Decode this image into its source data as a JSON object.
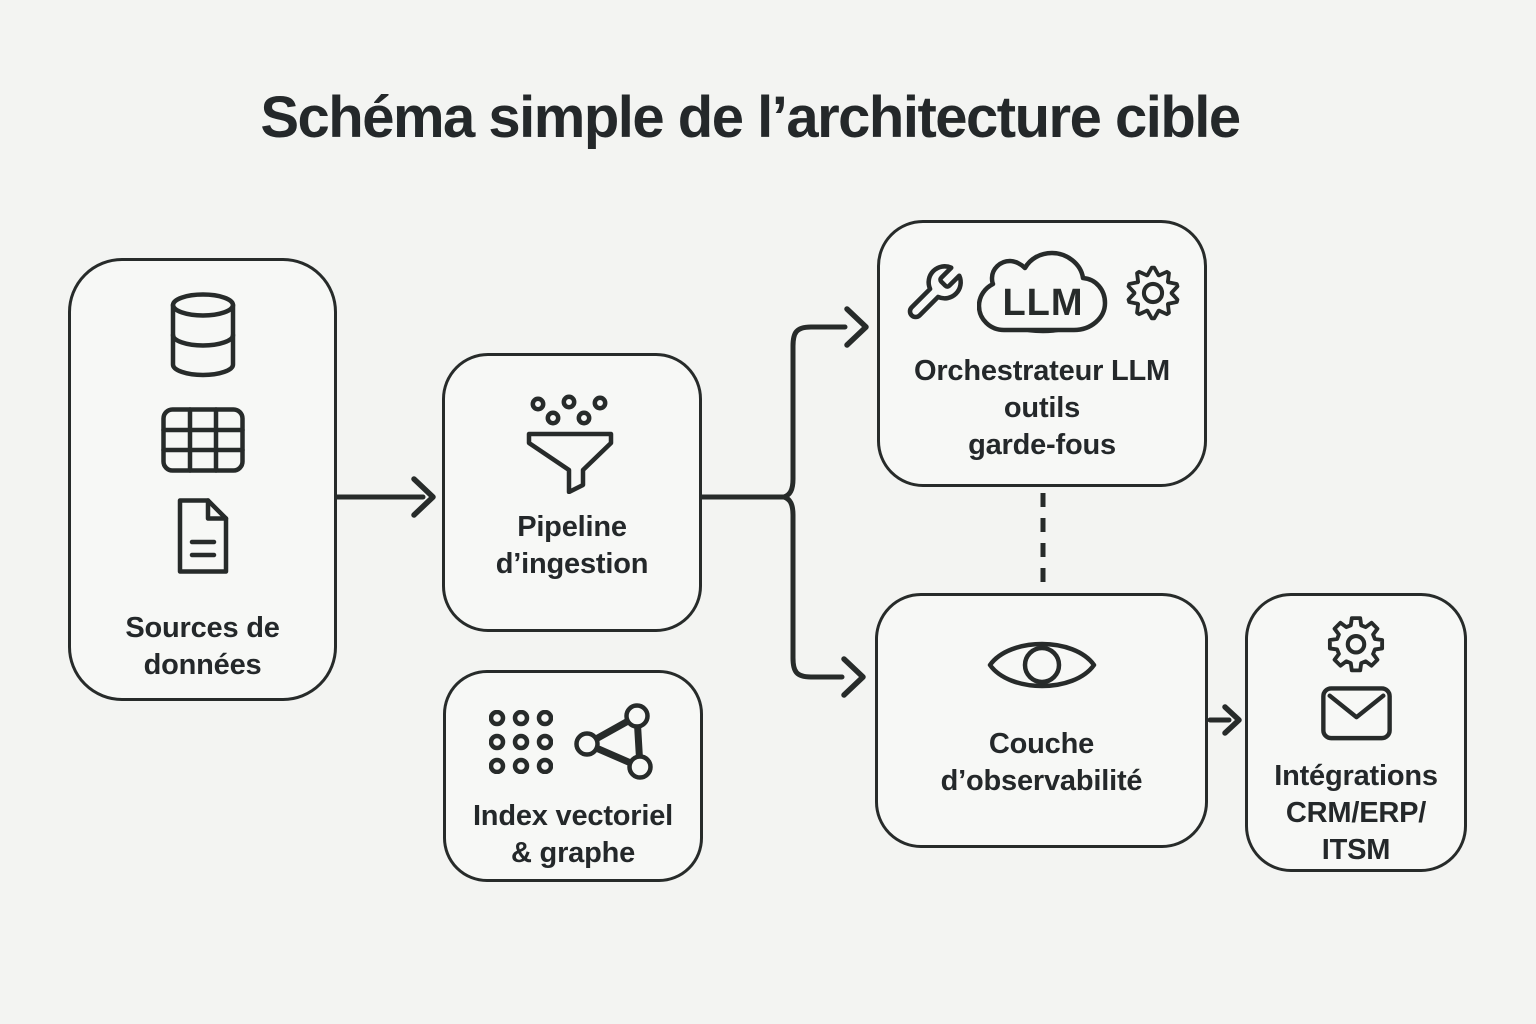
{
  "diagram": {
    "title": "Schéma simple de l’architecture cible",
    "cloud_label": "LLM",
    "nodes": {
      "sources": {
        "lines": [
          "Sources de",
          "données"
        ]
      },
      "pipeline": {
        "lines": [
          "Pipeline",
          "d’ingestion"
        ]
      },
      "index": {
        "lines": [
          "Index vectoriel",
          "& graphe"
        ]
      },
      "orchestrator": {
        "lines": [
          "Orchestrateur LLM",
          "outils",
          "garde-fous"
        ]
      },
      "observability": {
        "lines": [
          "Couche",
          "d’observabilité"
        ]
      },
      "integrations": {
        "lines": [
          "Intégrations",
          "CRM/ERP/",
          "ITSM"
        ]
      }
    },
    "icons": {
      "sources": [
        "database-icon",
        "table-grid-icon",
        "document-icon"
      ],
      "pipeline": [
        "funnel-icon"
      ],
      "index": [
        "dot-grid-icon",
        "graph-network-icon"
      ],
      "orchestrator": [
        "wrench-icon",
        "llm-cloud-icon",
        "gear-icon"
      ],
      "observability": [
        "eye-icon"
      ],
      "integrations": [
        "gear-icon",
        "envelope-icon"
      ]
    },
    "connections": [
      "sources -> pipeline",
      "pipeline -> orchestrator",
      "pipeline -> observability",
      "orchestrator -- observability (dashed)",
      "observability -> integrations"
    ],
    "colors": {
      "background": "#f3f4f2",
      "node_fill": "#f7f8f6",
      "stroke": "#272b2a",
      "text": "#24282a"
    }
  }
}
